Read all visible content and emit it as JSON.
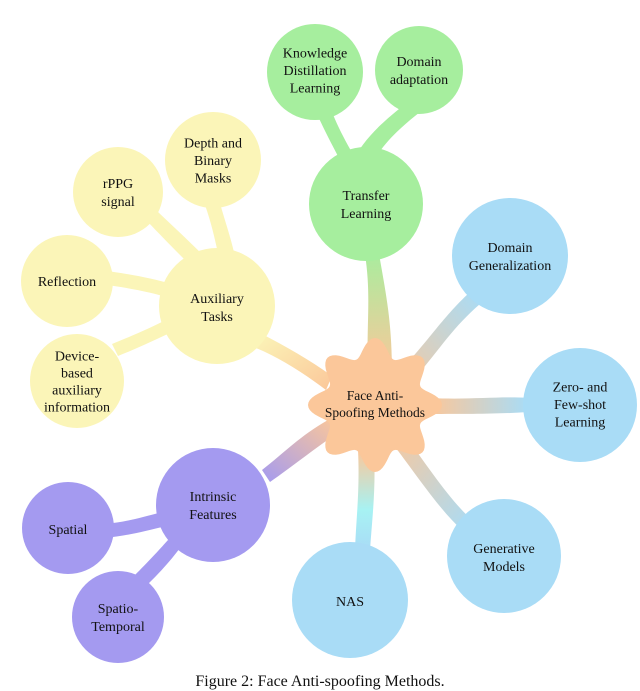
{
  "colors": {
    "root": "#fbc79a",
    "transfer": "#a6ee9e",
    "auxiliary": "#fbf5b8",
    "generalization": "#a9dcf6",
    "intrinsic": "#a49af0",
    "nas_joint": "#a7f2f3"
  },
  "nodes": {
    "root": {
      "lines": [
        "Face Anti-",
        "Spoofing Methods"
      ]
    },
    "transfer_learning": {
      "lines": [
        "Transfer",
        "Learning"
      ]
    },
    "knowledge_distillation": {
      "lines": [
        "Knowledge",
        "Distillation",
        "Learning"
      ]
    },
    "domain_adaptation": {
      "lines": [
        "Domain",
        "adaptation"
      ]
    },
    "auxiliary_tasks": {
      "lines": [
        "Auxiliary",
        "Tasks"
      ]
    },
    "depth_masks": {
      "lines": [
        "Depth and",
        "Binary",
        "Masks"
      ]
    },
    "rppg": {
      "lines": [
        "rPPG",
        "signal"
      ]
    },
    "reflection": {
      "lines": [
        "Reflection"
      ]
    },
    "device_based": {
      "lines": [
        "Device-",
        "based",
        "auxiliary",
        "information"
      ]
    },
    "domain_generalization": {
      "lines": [
        "Domain",
        "Generalization"
      ]
    },
    "zero_few_shot": {
      "lines": [
        "Zero- and",
        "Few-shot",
        "Learning"
      ]
    },
    "generative_models": {
      "lines": [
        "Generative",
        "Models"
      ]
    },
    "nas": {
      "lines": [
        "NAS"
      ]
    },
    "intrinsic_features": {
      "lines": [
        "Intrinsic",
        "Features"
      ]
    },
    "spatial": {
      "lines": [
        "Spatial"
      ]
    },
    "spatio_temporal": {
      "lines": [
        "Spatio-",
        "Temporal"
      ]
    }
  },
  "caption": "Figure 2: Face Anti-spoofing Methods."
}
